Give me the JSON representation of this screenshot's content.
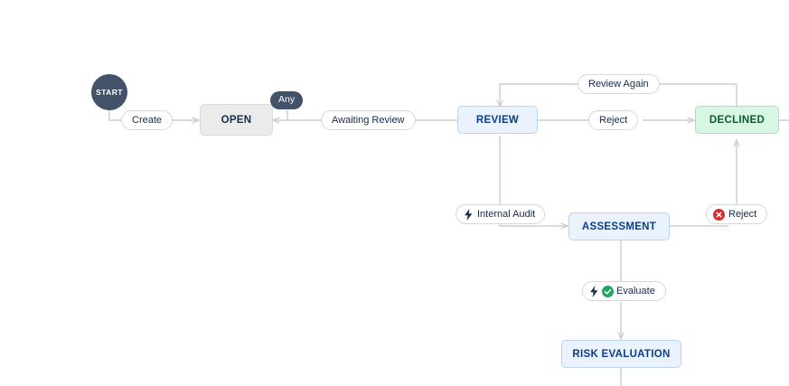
{
  "diagram": {
    "type": "workflow-state-transition-diagram",
    "title": "",
    "colors": {
      "node_grey_bg": "#ebebeb",
      "node_grey_border": "#dadada",
      "node_blue_bg": "#e9f2fd",
      "node_blue_border": "#b9d5f5",
      "node_blue_text": "#0b3d8c",
      "node_green_bg": "#d8f6e4",
      "node_green_border": "#a2e5c0",
      "node_green_text": "#0b5b33",
      "start_circle": "#43526b",
      "edge_line": "#c8ced6",
      "pill_border": "#d3d8de",
      "reject_icon_red": "#d32f2f",
      "evaluate_icon_green": "#22a565",
      "bolt_icon_dark": "#172b4d",
      "canvas_bg": "#ffffff"
    },
    "start": {
      "label": "START",
      "name": "start-node"
    },
    "nodes": [
      {
        "id": "open",
        "label": "OPEN",
        "style": "grey"
      },
      {
        "id": "review",
        "label": "REVIEW",
        "style": "blue"
      },
      {
        "id": "declined",
        "label": "DECLINED",
        "style": "green"
      },
      {
        "id": "assessment",
        "label": "ASSESSMENT",
        "style": "blue"
      },
      {
        "id": "risk",
        "label": "RISK EVALUATION",
        "style": "blue"
      }
    ],
    "badges": [
      {
        "id": "any",
        "label": "Any"
      }
    ],
    "transitions": [
      {
        "id": "create",
        "label": "Create",
        "icons": []
      },
      {
        "id": "awaiting-review",
        "label": "Awaiting Review",
        "icons": []
      },
      {
        "id": "review-again",
        "label": "Review Again",
        "icons": []
      },
      {
        "id": "reject-top",
        "label": "Reject",
        "icons": []
      },
      {
        "id": "internal-audit",
        "label": "Internal Audit",
        "icons": [
          "bolt-icon"
        ]
      },
      {
        "id": "reject-bottom",
        "label": "Reject",
        "icons": [
          "error-circle-icon"
        ]
      },
      {
        "id": "evaluate",
        "label": "Evaluate",
        "icons": [
          "bolt-icon",
          "check-circle-icon"
        ]
      }
    ]
  }
}
